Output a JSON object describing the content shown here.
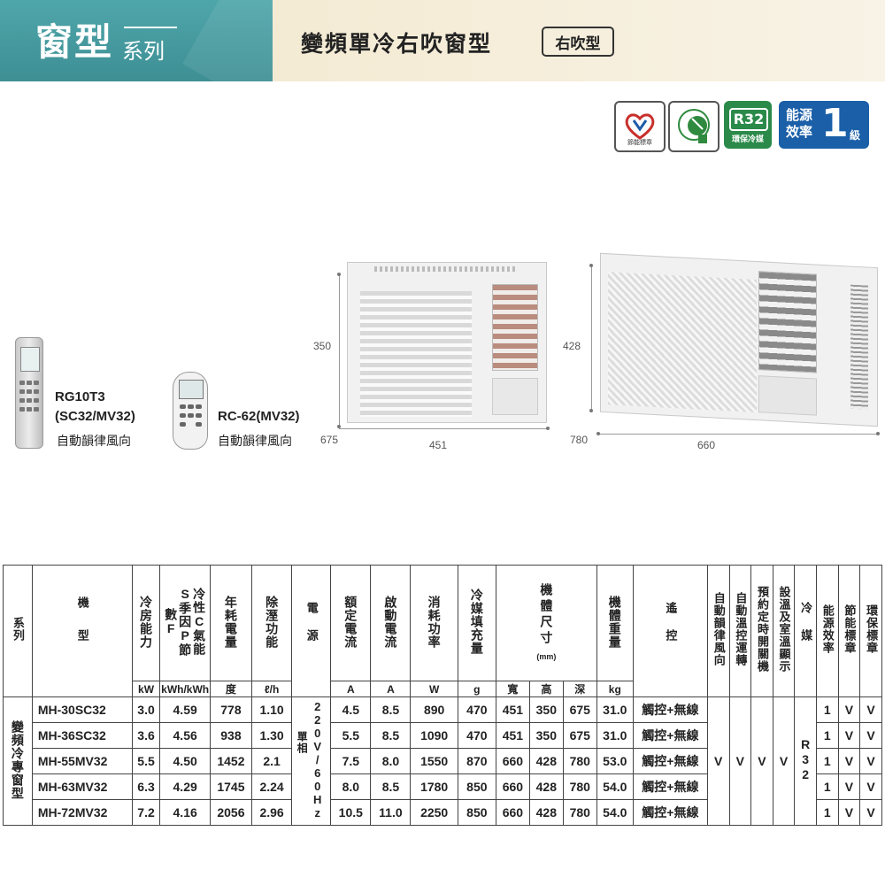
{
  "header": {
    "series_main": "窗型",
    "series_sub": "系列",
    "title": "變頻單冷右吹窗型",
    "badge": "右吹型"
  },
  "labels": {
    "energy_caption": "節能標章",
    "r32_big": "R32",
    "r32_caption": "環保冷媒",
    "efficiency_text": "能源效率",
    "efficiency_num": "1",
    "efficiency_unit": "級"
  },
  "remotes": [
    {
      "model": "RG10T3",
      "compat": "(SC32/MV32)",
      "feature": "自動韻律風向"
    },
    {
      "model": "RC-62(MV32)",
      "feature": "自動韻律風向"
    }
  ],
  "dims": {
    "front_h": "350",
    "front_d": "675",
    "front_w": "451",
    "side_h": "428",
    "side_d": "780",
    "side_w": "660"
  },
  "table": {
    "headers": {
      "series": "系列",
      "model": "機型",
      "cooling": "冷房能力",
      "cspf": "冷性C氣能S季因P節數F",
      "annual": "年耗電量",
      "dehumid": "除溼功能",
      "power": "電源",
      "rated": "額定電流",
      "start": "啟動電流",
      "consume": "消耗功率",
      "refrig": "冷媒填充量",
      "size": "機體尺寸",
      "size_unit": "(mm)",
      "weight": "機體重量",
      "remote": "遙控",
      "auto_swing": "自動韻律風向",
      "auto_temp": "自動溫控運轉",
      "timer": "預約定時開關機",
      "temp_display": "設溫及室溫顯示",
      "refrigerant": "冷媒",
      "efficiency": "能源效率",
      "energy_label": "節能標章",
      "eco_label": "環保標章"
    },
    "units": [
      "kW",
      "kWh/kWh",
      "度",
      "ℓ/h",
      "A",
      "A",
      "W",
      "g",
      "寬",
      "高",
      "深",
      "kg"
    ],
    "series_label": "變頻冷專窗型",
    "power_phase": "單相",
    "power_voltage": "220V/60Hz",
    "feature_mark": "V",
    "refrigerant_value": "R32",
    "rows": [
      {
        "model": "MH-30SC32",
        "cap": "3.0",
        "cspf": "4.59",
        "kwh": "778",
        "dehum": "1.10",
        "rated": "4.5",
        "start": "8.5",
        "watt": "890",
        "gas": "470",
        "w": "451",
        "h": "350",
        "d": "675",
        "kg": "31.0",
        "remote": "觸控+無線",
        "eff": "1",
        "e1": "V",
        "e2": "V"
      },
      {
        "model": "MH-36SC32",
        "cap": "3.6",
        "cspf": "4.56",
        "kwh": "938",
        "dehum": "1.30",
        "rated": "5.5",
        "start": "8.5",
        "watt": "1090",
        "gas": "470",
        "w": "451",
        "h": "350",
        "d": "675",
        "kg": "31.0",
        "remote": "觸控+無線",
        "eff": "1",
        "e1": "V",
        "e2": "V"
      },
      {
        "model": "MH-55MV32",
        "cap": "5.5",
        "cspf": "4.50",
        "kwh": "1452",
        "dehum": "2.1",
        "rated": "7.5",
        "start": "8.0",
        "watt": "1550",
        "gas": "870",
        "w": "660",
        "h": "428",
        "d": "780",
        "kg": "53.0",
        "remote": "觸控+無線",
        "eff": "1",
        "e1": "V",
        "e2": "V"
      },
      {
        "model": "MH-63MV32",
        "cap": "6.3",
        "cspf": "4.29",
        "kwh": "1745",
        "dehum": "2.24",
        "rated": "8.0",
        "start": "8.5",
        "watt": "1780",
        "gas": "850",
        "w": "660",
        "h": "428",
        "d": "780",
        "kg": "54.0",
        "remote": "觸控+無線",
        "eff": "1",
        "e1": "V",
        "e2": "V"
      },
      {
        "model": "MH-72MV32",
        "cap": "7.2",
        "cspf": "4.16",
        "kwh": "2056",
        "dehum": "2.96",
        "rated": "10.5",
        "start": "11.0",
        "watt": "2250",
        "gas": "850",
        "w": "660",
        "h": "428",
        "d": "780",
        "kg": "54.0",
        "remote": "觸控+無線",
        "eff": "1",
        "e1": "V",
        "e2": "V"
      }
    ]
  }
}
